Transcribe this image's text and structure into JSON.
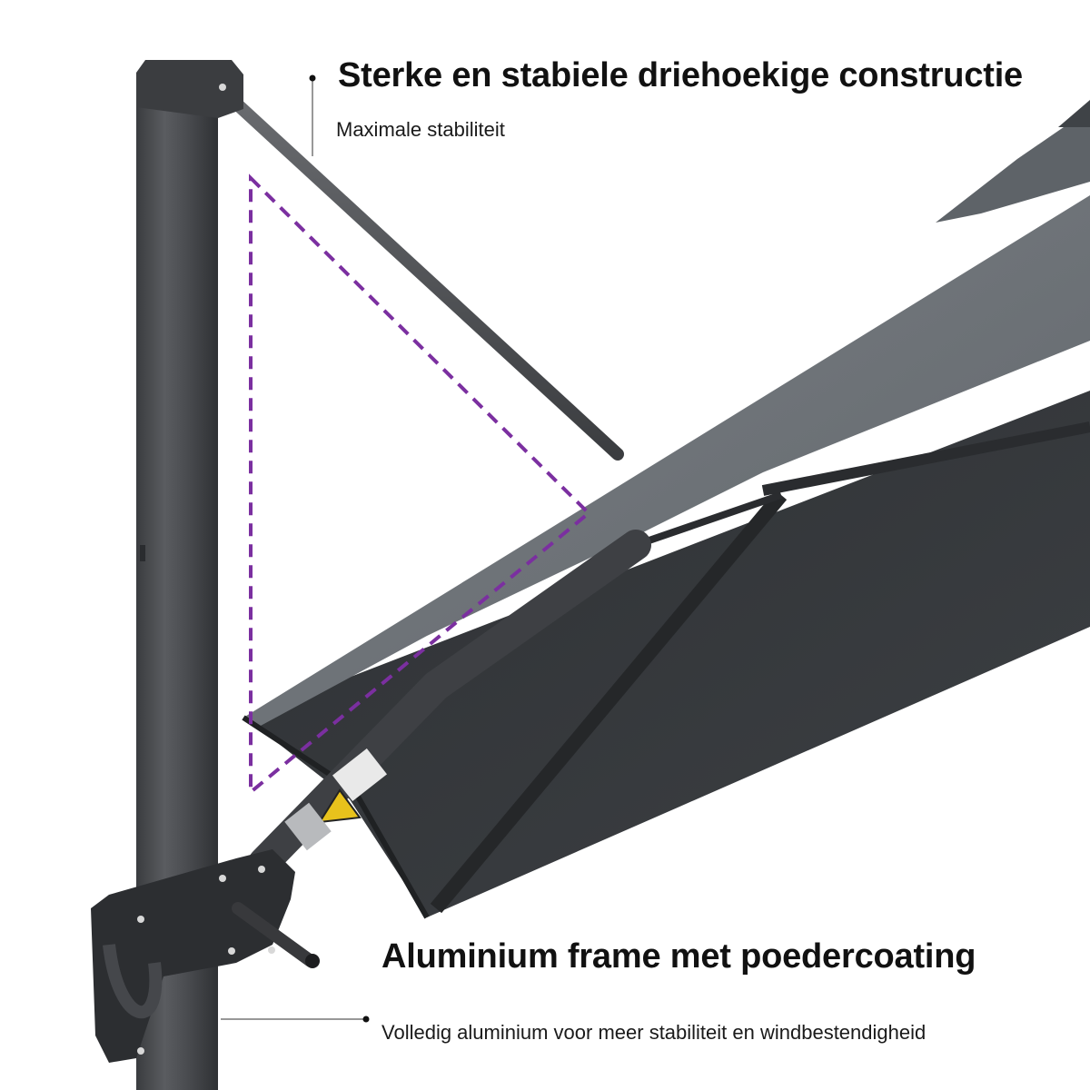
{
  "feature_1": {
    "title": "Sterke en stabiele driehoekige constructie",
    "subtitle": "Maximale stabiliteit"
  },
  "feature_2": {
    "title": "Aluminium frame met poedercoating",
    "subtitle": "Volledig aluminium voor meer stabiliteit en windbestendigheid"
  },
  "colors": {
    "canopy_top": "#6b7075",
    "canopy_underside": "#3a3d41",
    "pole": "#4a4c4f",
    "triangle_outline": "#7b2fa0",
    "warning_label": "#e8c21c"
  }
}
